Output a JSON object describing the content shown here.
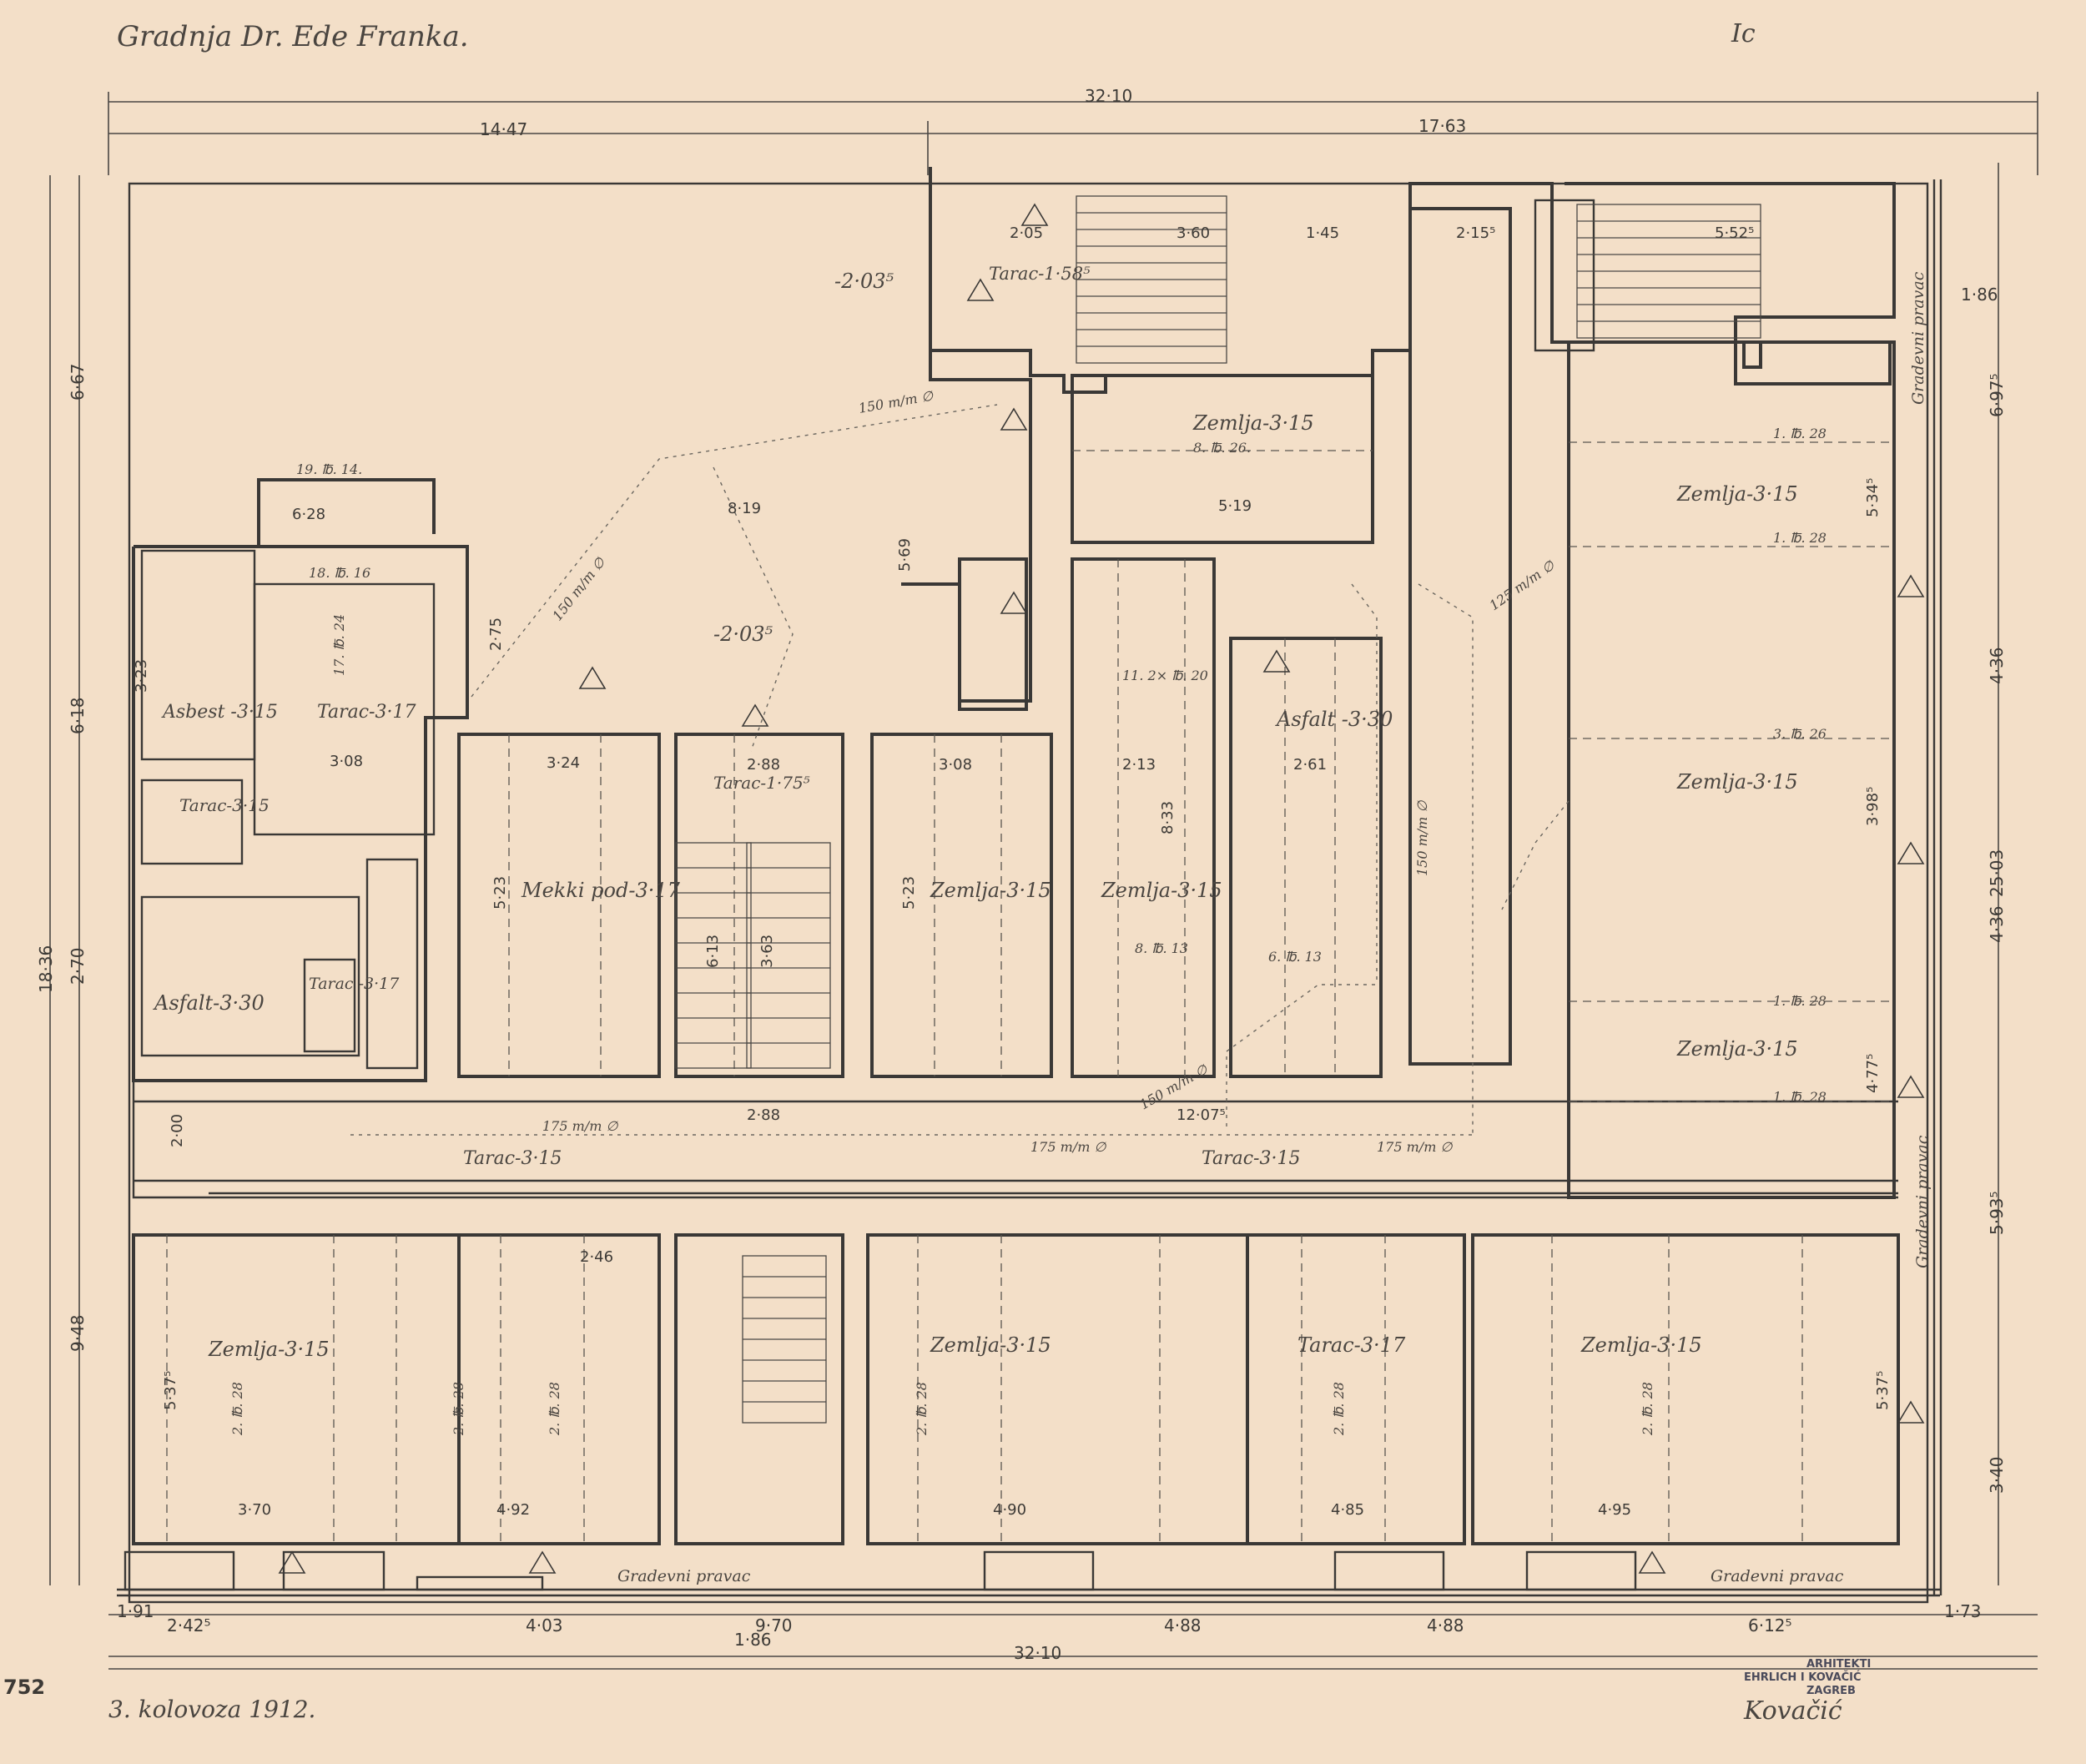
{
  "header": {
    "title": "Gradnja Dr. Ede Franka.",
    "sheet_mark": "Ic"
  },
  "footer": {
    "date": "3. kolovoza 1912.",
    "page_number": "752"
  },
  "stamp": {
    "line1": "ARHITEKTI",
    "line2": "EHRLICH I KOVAČIĆ",
    "line3": "ZAGREB",
    "signature": "Kovačić"
  },
  "overall_dims": {
    "top_total": "32·10",
    "top_left": "14·47",
    "top_right": "17·63",
    "bottom_total": "32·10"
  },
  "left_dims": [
    "6·67",
    "6·18",
    "18·36",
    "2·70",
    "9·48"
  ],
  "right_dims": [
    "1·86",
    "6·97⁵",
    "4·36",
    "25·03",
    "4·36",
    "5·93⁵",
    "3·40"
  ],
  "bottom_dims": [
    "1·91",
    "2·42⁵",
    "4·03",
    "9·70",
    "1·86",
    "4·88",
    "4·88",
    "6·12⁵",
    "1·73"
  ],
  "building_lines": [
    "Gradevni pravac",
    "Gradevni pravac",
    "Gradevni pravac",
    "Gradevni pravac"
  ],
  "rooms": [
    {
      "label": "Tarac-1·58⁵"
    },
    {
      "label": "Zemlja-3·15"
    },
    {
      "label": "Zemlja-3·15"
    },
    {
      "label": "Asbest -3·15"
    },
    {
      "label": "Tarac-3·17"
    },
    {
      "label": "Tarac-3·15"
    },
    {
      "label": "Mekki pod-3·17"
    },
    {
      "label": "Tarac-1·75⁵"
    },
    {
      "label": "Zemlja-3·15"
    },
    {
      "label": "Zemlja-3·15"
    },
    {
      "label": "Asfalt -3·30"
    },
    {
      "label": "Zemlja-3·15"
    },
    {
      "label": "Asfalt-3·30"
    },
    {
      "label": "Tarac -3·17"
    },
    {
      "label": "Zemlja-3·15"
    },
    {
      "label": "Tarac-3·15"
    },
    {
      "label": "Tarac-3·15"
    },
    {
      "label": "Zemlja-3·15"
    },
    {
      "label": "Zemlja-3·15"
    },
    {
      "label": "Tarac-3·17"
    },
    {
      "label": "Zemlja-3·15"
    }
  ],
  "levels": [
    "-2·03⁵",
    "-2·03⁵"
  ],
  "room_dims": [
    "2·05",
    "3·60",
    "1·45",
    "2·15⁵",
    "5·52⁵",
    "6·28",
    "5·19",
    "8·19",
    "3·24",
    "2·88",
    "3·08",
    "2·13",
    "2·61",
    "3·08",
    "5·34⁵",
    "3·98⁵",
    "4·77⁵",
    "5·23",
    "5·23",
    "8·33",
    "6·13",
    "3·63",
    "2·88",
    "2·46",
    "4·92",
    "4·90",
    "4·85",
    "4·95",
    "5·37⁵",
    "5·37⁵",
    "12·07⁵",
    "3·23",
    "2·75",
    "5·69",
    "2·00",
    "3·70"
  ],
  "beams": [
    "19. ℔. 14.",
    "18. ℔. 16",
    "17. ℔. 24",
    "8. ℔. 26.",
    "11. 2× ℔. 20",
    "1. ℔. 28",
    "1. ℔. 28",
    "3. ℔. 26",
    "1. ℔. 28",
    "1. ℔. 28",
    "2. ℔. 28",
    "2. ℔. 28",
    "2. ℔. 28",
    "2. ℔. 28",
    "2. ℔. 28",
    "2. ℔. 28",
    "6. ℔. 13",
    "8. ℔. 13"
  ],
  "pipes": [
    "150 m/m ∅",
    "150 m/m ∅",
    "175 m/m ∅",
    "175 m/m ∅",
    "175 m/m ∅",
    "125 m/m ∅",
    "150 m/m ∅",
    "150 m/m ∅"
  ]
}
